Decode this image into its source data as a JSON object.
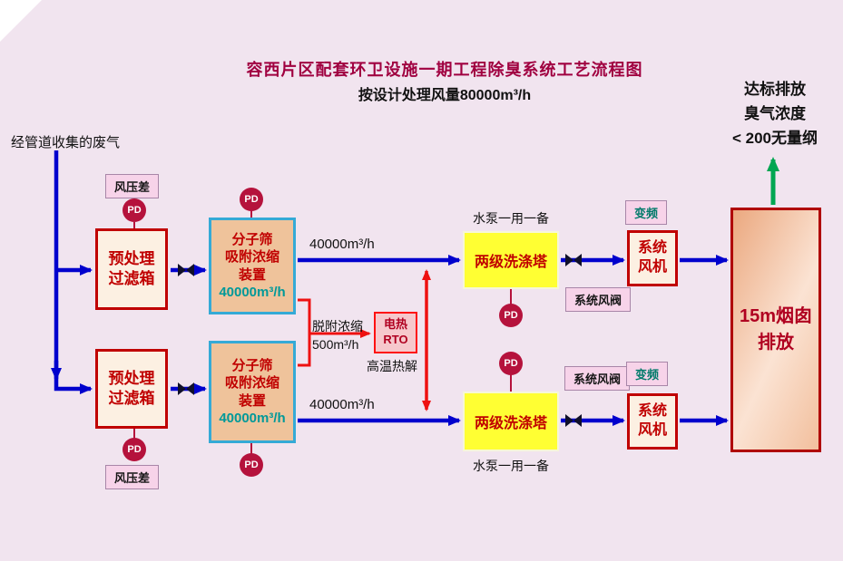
{
  "colors": {
    "background": "#f1e4ef",
    "flow_arrow_blue": "#0000cd",
    "desorption_red": "#ee1111",
    "discharge_green": "#00a651",
    "box_border_red": "#c00000",
    "sieve_border_cyan": "#35aad6",
    "scrubber_yellow": "#ffff33",
    "pd_badge_red": "#b5123c",
    "label_pink": "#f7d3e9"
  },
  "page": {
    "title": "容西片区配套环卫设施一期工程除臭系统工艺流程图",
    "subtitle": "按设计处理风量80000m³/h"
  },
  "inlet": {
    "label": "经管道收集的废气"
  },
  "discharge": {
    "line1": "达标排放",
    "line2": "臭气浓度",
    "line3": "< 200无量纲"
  },
  "stack": {
    "label": "15m烟囱\n排放"
  },
  "rto": {
    "label": "电热\nRTO",
    "desorption_flow_line1": "脱附浓缩",
    "desorption_flow_line2": "500m³/h",
    "note": "高温热解"
  },
  "top_line": {
    "pressure_diff_label": "风压差",
    "filter_pd": "PD",
    "filter_label": "预处理\n过滤箱",
    "sieve_pd": "PD",
    "sieve_label": "分子筛\n吸附浓缩\n装置",
    "sieve_capacity": "40000m³/h",
    "flow_label": "40000m³/h",
    "pump_note": "水泵一用一备",
    "scrubber_label": "两级洗涤塔",
    "scrubber_pd": "PD",
    "damper_label": "系统风阀",
    "vfd_label": "变频",
    "fan_label": "系统\n风机"
  },
  "bottom_line": {
    "pressure_diff_label": "风压差",
    "filter_pd": "PD",
    "filter_label": "预处理\n过滤箱",
    "sieve_pd": "PD",
    "sieve_label": "分子筛\n吸附浓缩\n装置",
    "sieve_capacity": "40000m³/h",
    "flow_label": "40000m³/h",
    "pump_note": "水泵一用一备",
    "scrubber_label": "两级洗涤塔",
    "scrubber_pd": "PD",
    "damper_label": "系统风阀",
    "vfd_label": "变频",
    "fan_label": "系统\n风机"
  }
}
